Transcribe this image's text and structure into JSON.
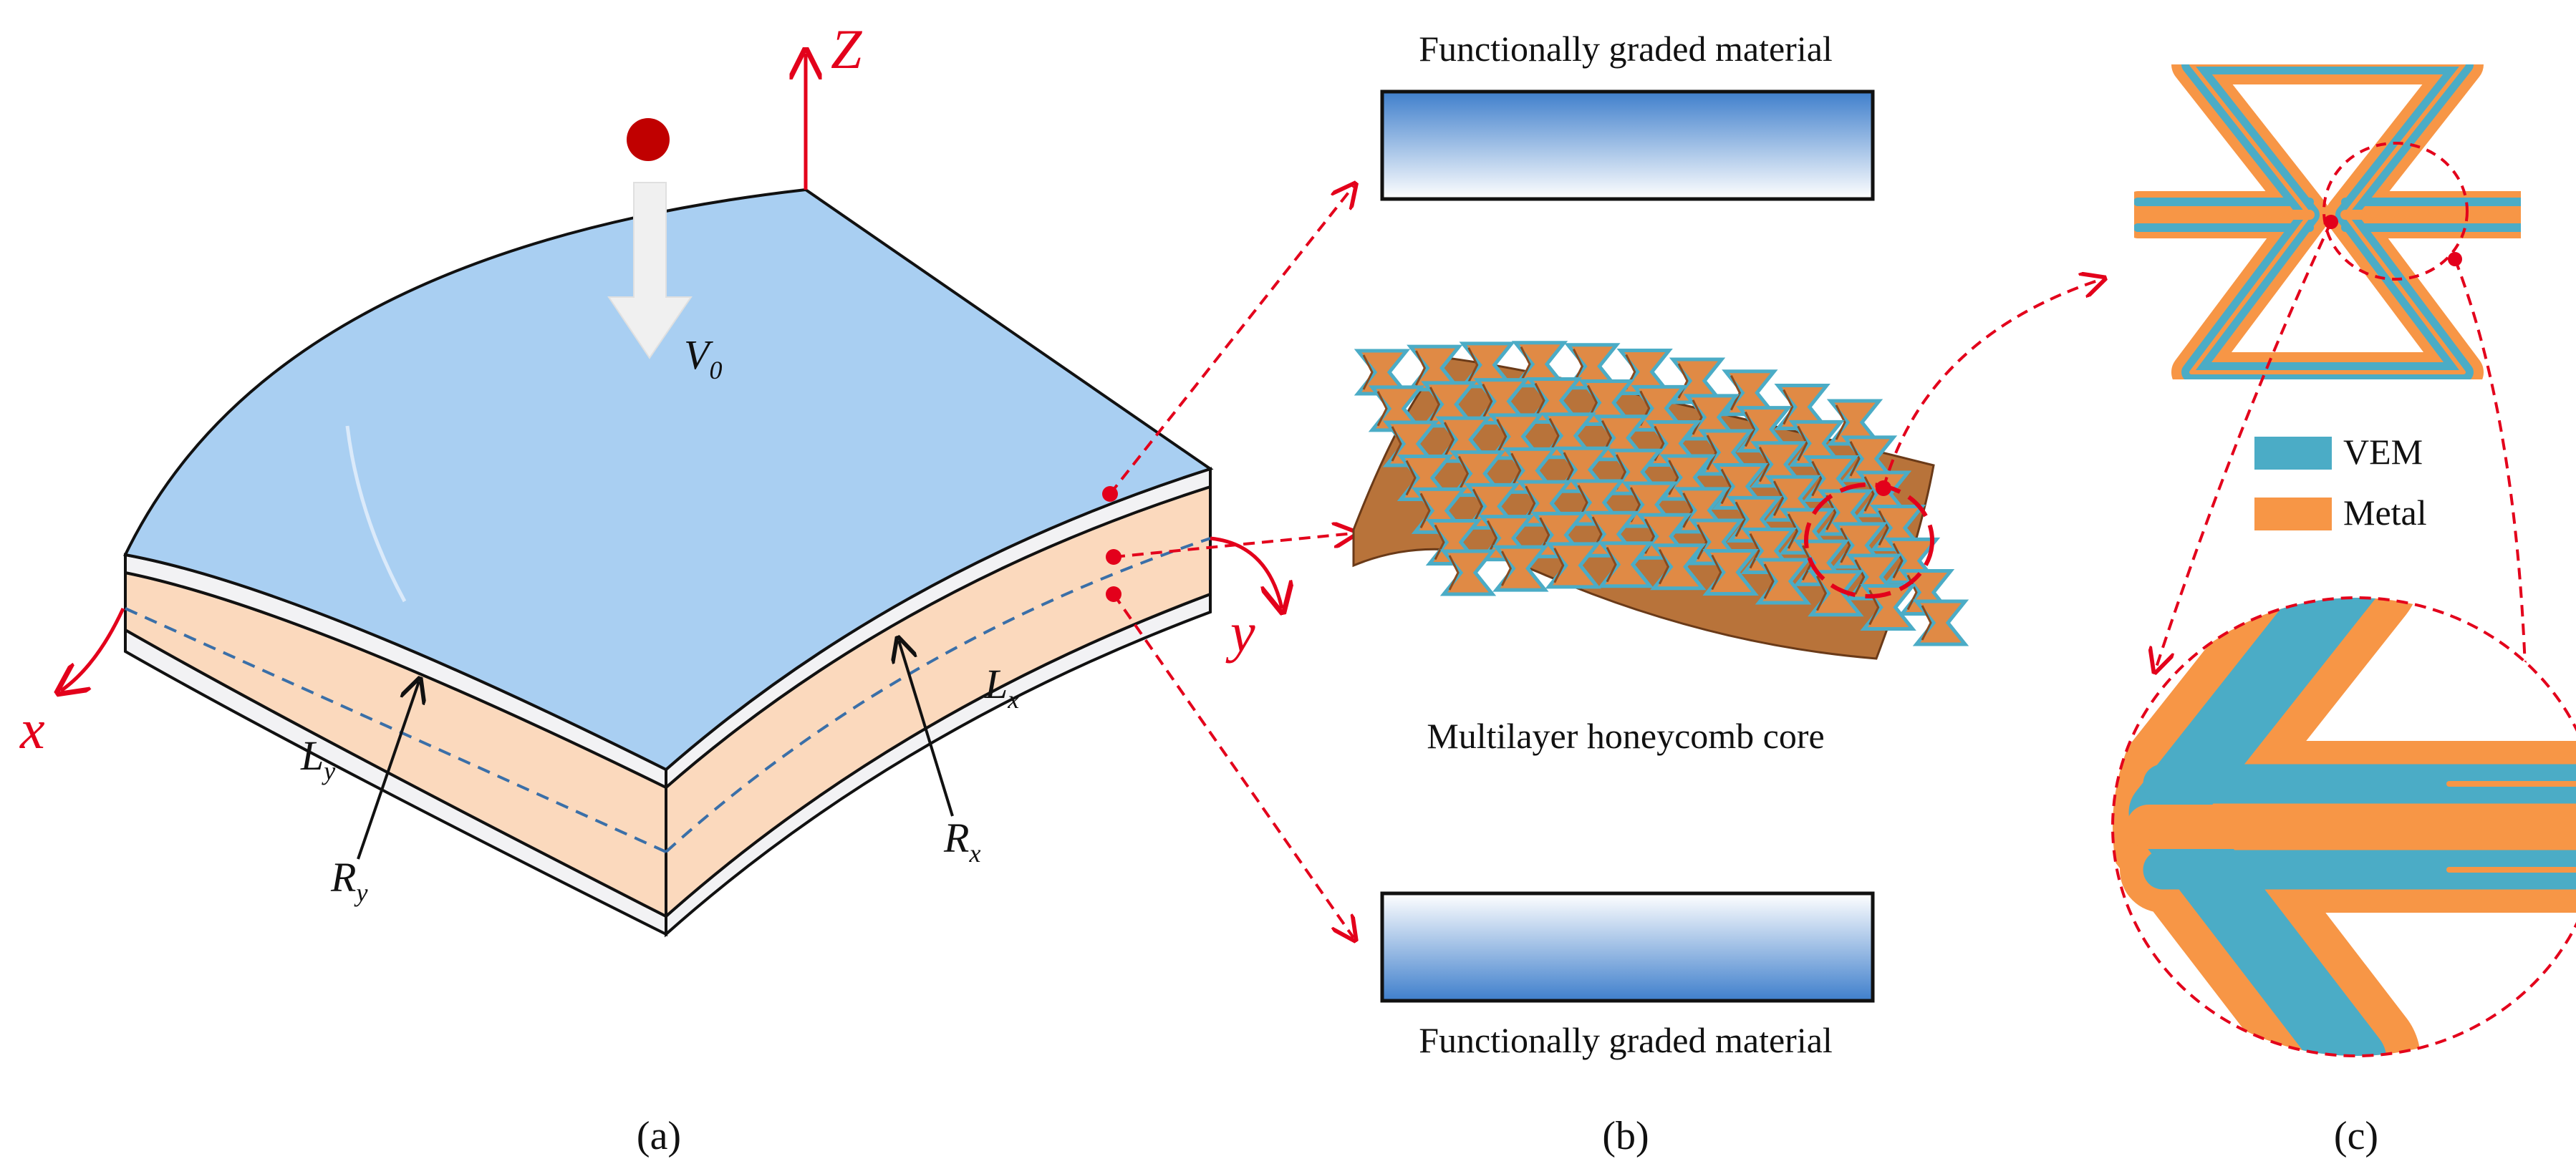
{
  "panel_a": {
    "caption": "(a)",
    "axes": {
      "z": "Z",
      "x": "x",
      "y": "y"
    },
    "velocity": {
      "symbol": "V",
      "subscript": "0"
    },
    "dims": {
      "lx": {
        "symbol": "L",
        "subscript": "x"
      },
      "ly": {
        "symbol": "L",
        "subscript": "y"
      },
      "rx": {
        "symbol": "R",
        "subscript": "x"
      },
      "ry": {
        "symbol": "R",
        "subscript": "y"
      }
    }
  },
  "panel_b": {
    "caption": "(b)",
    "top_label": "Functionally graded material",
    "core_label": "Multilayer honeycomb core",
    "bottom_label": "Functionally graded material"
  },
  "panel_c": {
    "caption": "(c)",
    "legend": [
      {
        "label": "VEM",
        "color": "#4bacc6"
      },
      {
        "label": "Metal",
        "color": "#f79646"
      }
    ]
  },
  "colors": {
    "accent_red": "#e3001b",
    "face_blue": "#a9cff2",
    "core_peach": "#fbd9bd",
    "gradient_blue": "#3f7fcc"
  }
}
